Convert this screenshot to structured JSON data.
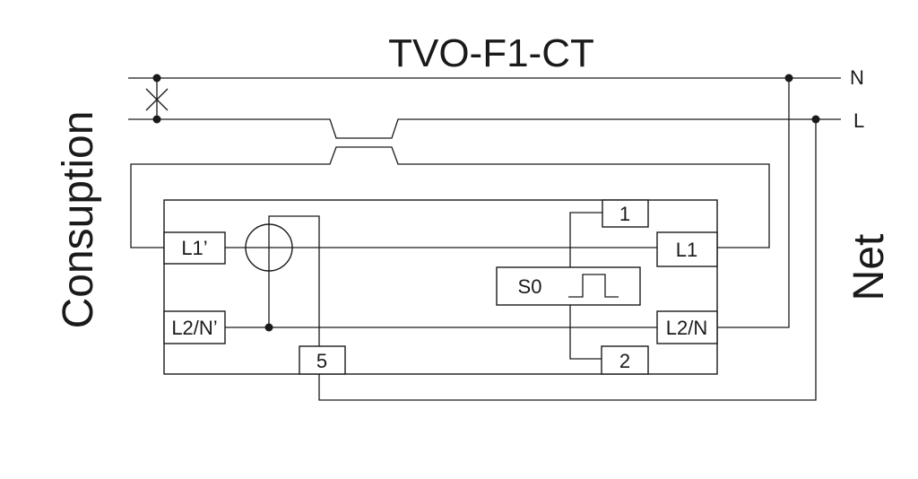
{
  "diagram": {
    "title": "TVO-F1-CT",
    "left_label": "Consuption",
    "right_label": "Net",
    "lines": {
      "neutral": "N",
      "live": "L"
    },
    "terminals": {
      "l1_prime": "L1’",
      "l2n_prime": "L2/N’",
      "l1": "L1",
      "l2n": "L2/N",
      "t1": "1",
      "t2": "2",
      "t5": "5",
      "s0": "S0"
    }
  }
}
